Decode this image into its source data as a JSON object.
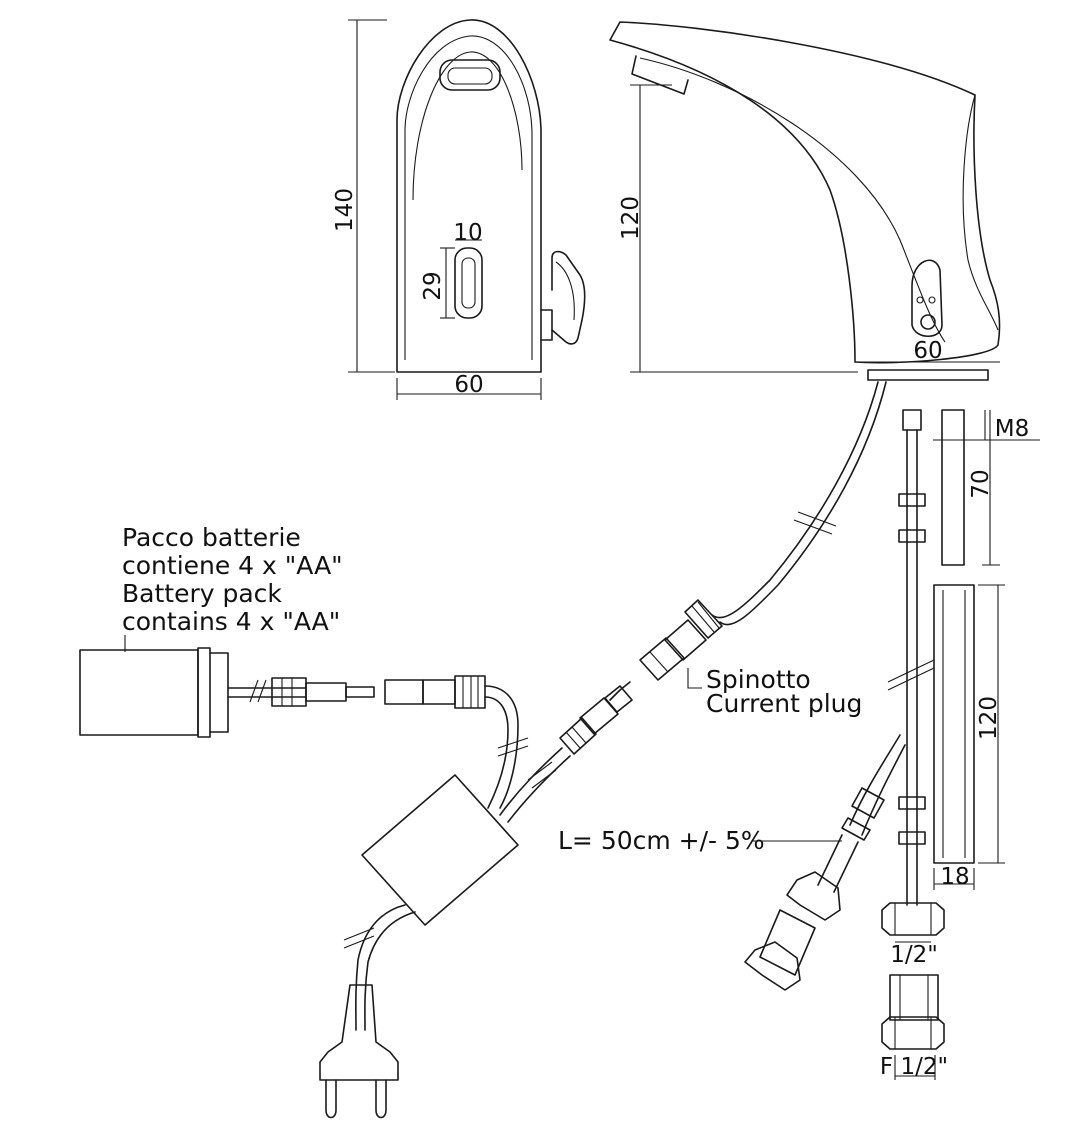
{
  "front_view": {
    "height_label": "140",
    "width_label": "60",
    "slot_width_label": "10",
    "slot_height_label": "29"
  },
  "side_view": {
    "height_label": "120",
    "width_label": "60"
  },
  "rods": {
    "thread_label": "M8",
    "short_length_label": "70",
    "long_length_label": "120",
    "width_label": "18"
  },
  "fittings": {
    "connector_label": "1/2\"",
    "female_label": "F 1/2\""
  },
  "battery": {
    "label_it_line1": "Pacco batterie",
    "label_it_line2": "contiene 4 x \"AA\"",
    "label_en_line1": "Battery pack",
    "label_en_line2": "contains 4 x \"AA\""
  },
  "plug": {
    "label_it": "Spinotto",
    "label_en": "Current plug"
  },
  "hose": {
    "length_label": "L= 50cm +/- 5%"
  }
}
